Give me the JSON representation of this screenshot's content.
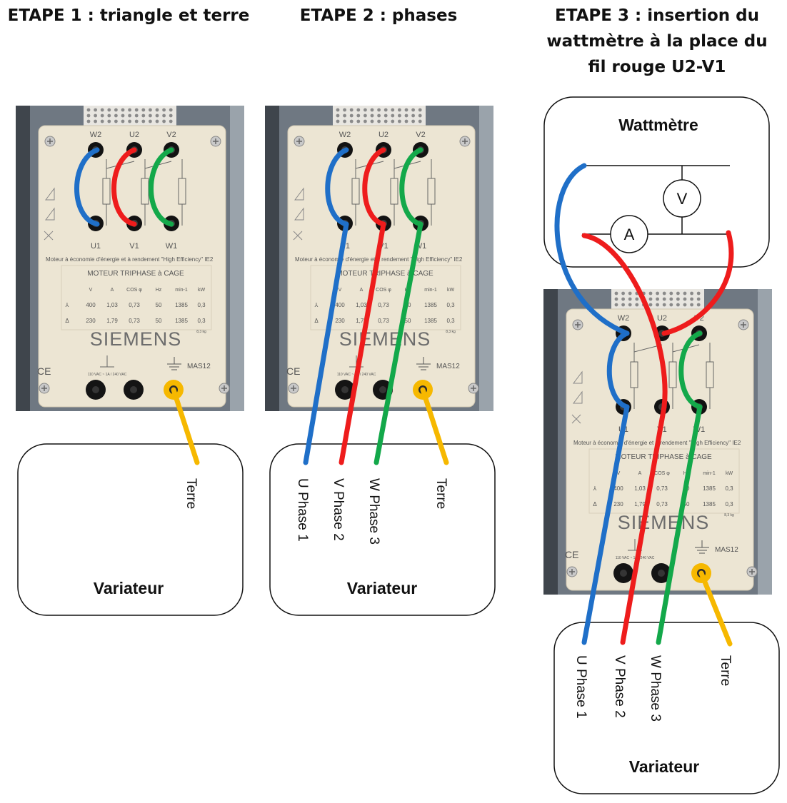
{
  "titles": {
    "step1": "ETAPE 1 : triangle et terre",
    "step2": "ETAPE 2 : phases",
    "step3": "ETAPE 3 : insertion du wattmètre à la place du fil rouge U2-V1"
  },
  "plate": {
    "terminals_top": [
      "W2",
      "U2",
      "V2"
    ],
    "terminals_bottom": [
      "U1",
      "V1",
      "W1"
    ],
    "description": "Moteur à économie d'énergie et à rendement \"High Efficiency\" IE2",
    "table_title": "MOTEUR TRIPHASE à CAGE",
    "table_headers": [
      "V",
      "A",
      "COS φ",
      "Hz",
      "min-1",
      "kW"
    ],
    "row_star": [
      "⅄",
      "400",
      "1,03",
      "0,73",
      "50",
      "1385",
      "0,3"
    ],
    "row_delta": [
      "Δ",
      "230",
      "1,79",
      "0,73",
      "50",
      "1385",
      "0,3"
    ],
    "weight": "8,3 kg",
    "brand": "SIEMENS",
    "ce": "CE",
    "fuse": "110 VAC ~ 1A / 240 VAC",
    "model": "MAS12"
  },
  "variateur": "Variateur",
  "wattmetre": {
    "title": "Wattmètre",
    "voltmeter": "V",
    "ammeter": "A"
  },
  "wires": {
    "u": "U Phase 1",
    "v": "V Phase 2",
    "w": "W Phase 3",
    "earth": "Terre"
  },
  "colors": {
    "u": "#1f6fc8",
    "v": "#ee1c1c",
    "w": "#13a84a",
    "earth": "#f6b800",
    "plate": "#ece5d3",
    "photo_bg": "#6f7882"
  }
}
